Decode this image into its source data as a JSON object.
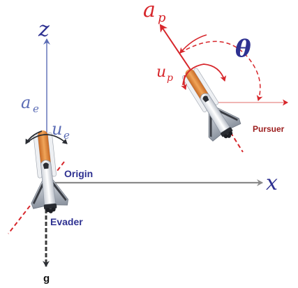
{
  "labels": {
    "z_axis": "z",
    "x_axis": "x",
    "gravity": "g",
    "a_e": "a",
    "a_e_sub": "e",
    "u_e": "u",
    "u_e_sub": "e",
    "a_p": "a",
    "a_p_sub": "p",
    "u_p": "u",
    "u_p_sub": "p",
    "theta": "θ",
    "origin": "Origin",
    "evader": "Evader",
    "pursuer": "Pursuer"
  },
  "colors": {
    "axis": "#8a8a8a",
    "axis_dark": "#3a3a3a",
    "evader_blue": "#2e3191",
    "axis_blue": "#5b6cb5",
    "pursuer_red": "#d7262b",
    "pursuer_label": "#9b1c1c",
    "shuttle_white": "#f2f2f2",
    "shuttle_orange": "#e08a3c",
    "shuttle_grey": "#6f7782",
    "shuttle_dark": "#2a2d33"
  },
  "icons": {
    "evader": "space-shuttle-icon",
    "pursuer": "space-shuttle-icon"
  }
}
